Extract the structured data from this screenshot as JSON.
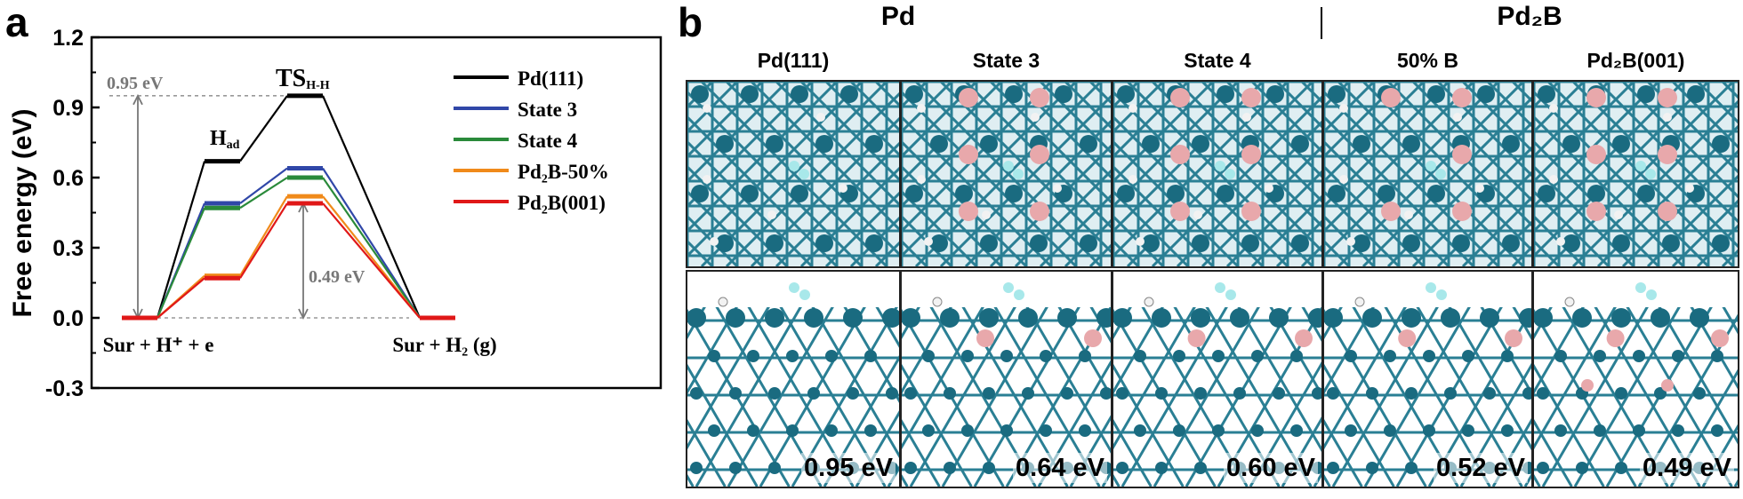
{
  "panel_a": {
    "letter": "a",
    "ylabel": "Free energy (eV)",
    "yticks": [
      "1.2",
      "0.9",
      "0.6",
      "0.3",
      "0.0",
      "-0.3"
    ],
    "labels": {
      "start": "Sur + H⁺ + e",
      "end": "Sur + H₂ (g)",
      "h_ad": "H",
      "h_ad_sub": "ad",
      "ts": "TS",
      "ts_sub": "H-H",
      "annot_095": "0.95 eV",
      "annot_049": "0.49 eV"
    },
    "legend": [
      "Pd(111)",
      "State 3",
      "State 4",
      "Pd₂B-50%",
      "Pd₂B(001)"
    ]
  },
  "chart_data": {
    "type": "line",
    "ylabel": "Free energy (eV)",
    "ylim": [
      -0.3,
      1.2
    ],
    "yticks": [
      1.2,
      0.9,
      0.6,
      0.3,
      0.0,
      -0.3
    ],
    "x": [
      "Sur + H⁺ + e",
      "H ad",
      "TS H-H",
      "Sur + H₂ (g)"
    ],
    "legend_position": "top-right",
    "series": [
      {
        "name": "Pd(111)",
        "color": "#000000",
        "values": [
          0.0,
          0.67,
          0.95,
          0.0
        ]
      },
      {
        "name": "State 3",
        "color": "#3047a8",
        "values": [
          0.0,
          0.49,
          0.64,
          0.0
        ]
      },
      {
        "name": "State 4",
        "color": "#2a8a3a",
        "values": [
          0.0,
          0.47,
          0.6,
          0.0
        ]
      },
      {
        "name": "Pd₂B-50%",
        "color": "#f08a1a",
        "values": [
          0.0,
          0.18,
          0.52,
          0.0
        ]
      },
      {
        "name": "Pd₂B(001)",
        "color": "#e01818",
        "values": [
          0.0,
          0.17,
          0.49,
          0.0
        ]
      }
    ],
    "annotations": [
      "0.95 eV",
      "0.49 eV"
    ]
  },
  "panel_b": {
    "letter": "b",
    "group_pd": "Pd",
    "group_pd2b": "Pd₂B",
    "columns": [
      {
        "title": "Pd(111)",
        "energy": "0.95 eV",
        "boron": "none"
      },
      {
        "title": "State 3",
        "energy": "0.64 eV",
        "boron": "sparse"
      },
      {
        "title": "State 4",
        "energy": "0.60 eV",
        "boron": "sparse"
      },
      {
        "title": "50% B",
        "energy": "0.52 eV",
        "boron": "half"
      },
      {
        "title": "Pd₂B(001)",
        "energy": "0.49 eV",
        "boron": "full"
      }
    ],
    "colors": {
      "pd": "#1a6b80",
      "bond": "#2a7f94",
      "boron": "#e8a8ab",
      "hydrogen": "#f2f2f2",
      "h2": "#a8e8ea"
    }
  }
}
